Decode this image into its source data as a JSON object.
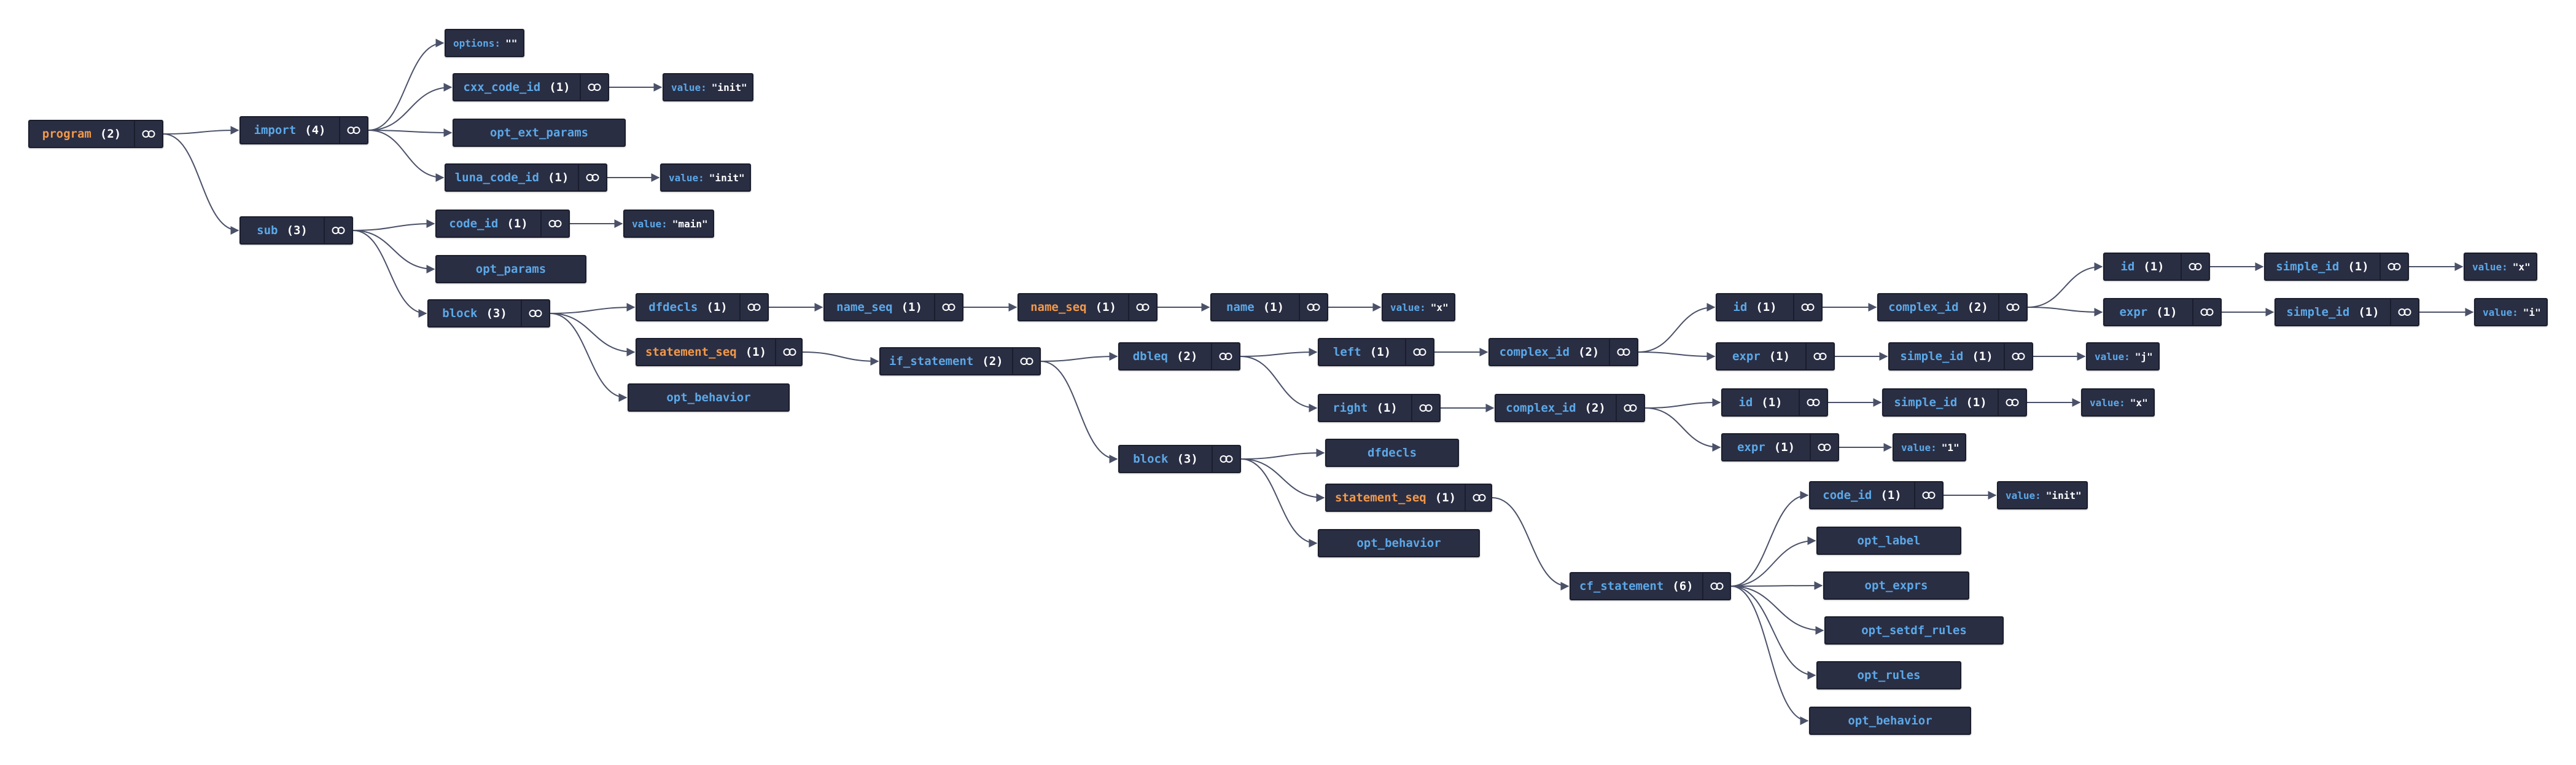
{
  "diagram": {
    "colors": {
      "node_bg": "#2a2e43",
      "label_blue": "#5ba8e8",
      "label_orange": "#f2994a",
      "text_white": "#ffffff",
      "edge": "#4a5168"
    },
    "link_icon": "link-icon",
    "nodes": [
      {
        "id": "n_program",
        "label": "program",
        "count": "(2)",
        "color": "orange"
      },
      {
        "id": "n_import",
        "label": "import",
        "count": "(4)",
        "color": "blue"
      },
      {
        "id": "n_options",
        "key": "options:",
        "val": "\"\"",
        "kind": "value"
      },
      {
        "id": "n_cxx",
        "label": "cxx_code_id",
        "count": "(1)",
        "color": "blue"
      },
      {
        "id": "n_cxx_val",
        "key": "value:",
        "val": "\"init\"",
        "kind": "value"
      },
      {
        "id": "n_opt_ext",
        "label": "opt_ext_params",
        "kind": "plain"
      },
      {
        "id": "n_luna",
        "label": "luna_code_id",
        "count": "(1)",
        "color": "blue"
      },
      {
        "id": "n_luna_val",
        "key": "value:",
        "val": "\"init\"",
        "kind": "value"
      },
      {
        "id": "n_sub",
        "label": "sub",
        "count": "(3)",
        "color": "blue"
      },
      {
        "id": "n_code",
        "label": "code_id",
        "count": "(1)",
        "color": "blue"
      },
      {
        "id": "n_code_val",
        "key": "value:",
        "val": "\"main\"",
        "kind": "value"
      },
      {
        "id": "n_opt_params",
        "label": "opt_params",
        "kind": "plain"
      },
      {
        "id": "n_block1",
        "label": "block",
        "count": "(3)",
        "color": "blue"
      },
      {
        "id": "n_dfdecls1",
        "label": "dfdecls",
        "count": "(1)",
        "color": "blue"
      },
      {
        "id": "n_nameseq1",
        "label": "name_seq",
        "count": "(1)",
        "color": "blue"
      },
      {
        "id": "n_nameseq2",
        "label": "name_seq",
        "count": "(1)",
        "color": "orange"
      },
      {
        "id": "n_name",
        "label": "name",
        "count": "(1)",
        "color": "blue"
      },
      {
        "id": "n_name_val",
        "key": "value:",
        "val": "\"x\"",
        "kind": "value"
      },
      {
        "id": "n_stseq1",
        "label": "statement_seq",
        "count": "(1)",
        "color": "orange"
      },
      {
        "id": "n_optbeh1",
        "label": "opt_behavior",
        "kind": "plain"
      },
      {
        "id": "n_ifst",
        "label": "if_statement",
        "count": "(2)",
        "color": "blue"
      },
      {
        "id": "n_dbleq",
        "label": "dbleq",
        "count": "(2)",
        "color": "blue"
      },
      {
        "id": "n_left",
        "label": "left",
        "count": "(1)",
        "color": "blue"
      },
      {
        "id": "n_right",
        "label": "right",
        "count": "(1)",
        "color": "blue"
      },
      {
        "id": "n_cplx1",
        "label": "complex_id",
        "count": "(2)",
        "color": "blue"
      },
      {
        "id": "n_cplx2",
        "label": "complex_id",
        "count": "(2)",
        "color": "blue"
      },
      {
        "id": "n_id1",
        "label": "id",
        "count": "(1)",
        "color": "blue"
      },
      {
        "id": "n_expr1",
        "label": "expr",
        "count": "(1)",
        "color": "blue"
      },
      {
        "id": "n_cplx3",
        "label": "complex_id",
        "count": "(2)",
        "color": "blue"
      },
      {
        "id": "n_id2",
        "label": "id",
        "count": "(1)",
        "color": "blue"
      },
      {
        "id": "n_expr2",
        "label": "expr",
        "count": "(1)",
        "color": "blue"
      },
      {
        "id": "n_sid1",
        "label": "simple_id",
        "count": "(1)",
        "color": "blue"
      },
      {
        "id": "n_sid1_val",
        "key": "value:",
        "val": "\"x\"",
        "kind": "value"
      },
      {
        "id": "n_sid2",
        "label": "simple_id",
        "count": "(1)",
        "color": "blue"
      },
      {
        "id": "n_sid2_val",
        "key": "value:",
        "val": "\"i\"",
        "kind": "value"
      },
      {
        "id": "n_sid3",
        "label": "simple_id",
        "count": "(1)",
        "color": "blue"
      },
      {
        "id": "n_sid3_val",
        "key": "value:",
        "val": "\"j\"",
        "kind": "value"
      },
      {
        "id": "n_id3",
        "label": "id",
        "count": "(1)",
        "color": "blue"
      },
      {
        "id": "n_sid4",
        "label": "simple_id",
        "count": "(1)",
        "color": "blue"
      },
      {
        "id": "n_sid4_val",
        "key": "value:",
        "val": "\"x\"",
        "kind": "value"
      },
      {
        "id": "n_expr3",
        "label": "expr",
        "count": "(1)",
        "color": "blue"
      },
      {
        "id": "n_expr3_val",
        "key": "value:",
        "val": "\"1\"",
        "kind": "value"
      },
      {
        "id": "n_block2",
        "label": "block",
        "count": "(3)",
        "color": "blue"
      },
      {
        "id": "n_dfdecls2",
        "label": "dfdecls",
        "kind": "plain"
      },
      {
        "id": "n_stseq2",
        "label": "statement_seq",
        "count": "(1)",
        "color": "orange"
      },
      {
        "id": "n_optbeh2",
        "label": "opt_behavior",
        "kind": "plain"
      },
      {
        "id": "n_cfst",
        "label": "cf_statement",
        "count": "(6)",
        "color": "blue"
      },
      {
        "id": "n_code2",
        "label": "code_id",
        "count": "(1)",
        "color": "blue"
      },
      {
        "id": "n_code2_val",
        "key": "value:",
        "val": "\"init\"",
        "kind": "value"
      },
      {
        "id": "n_optlabel",
        "label": "opt_label",
        "kind": "plain"
      },
      {
        "id": "n_optexprs",
        "label": "opt_exprs",
        "kind": "plain"
      },
      {
        "id": "n_optsetdf",
        "label": "opt_setdf_rules",
        "kind": "plain"
      },
      {
        "id": "n_optrules",
        "label": "opt_rules",
        "kind": "plain"
      },
      {
        "id": "n_optbeh3",
        "label": "opt_behavior",
        "kind": "plain"
      }
    ]
  }
}
